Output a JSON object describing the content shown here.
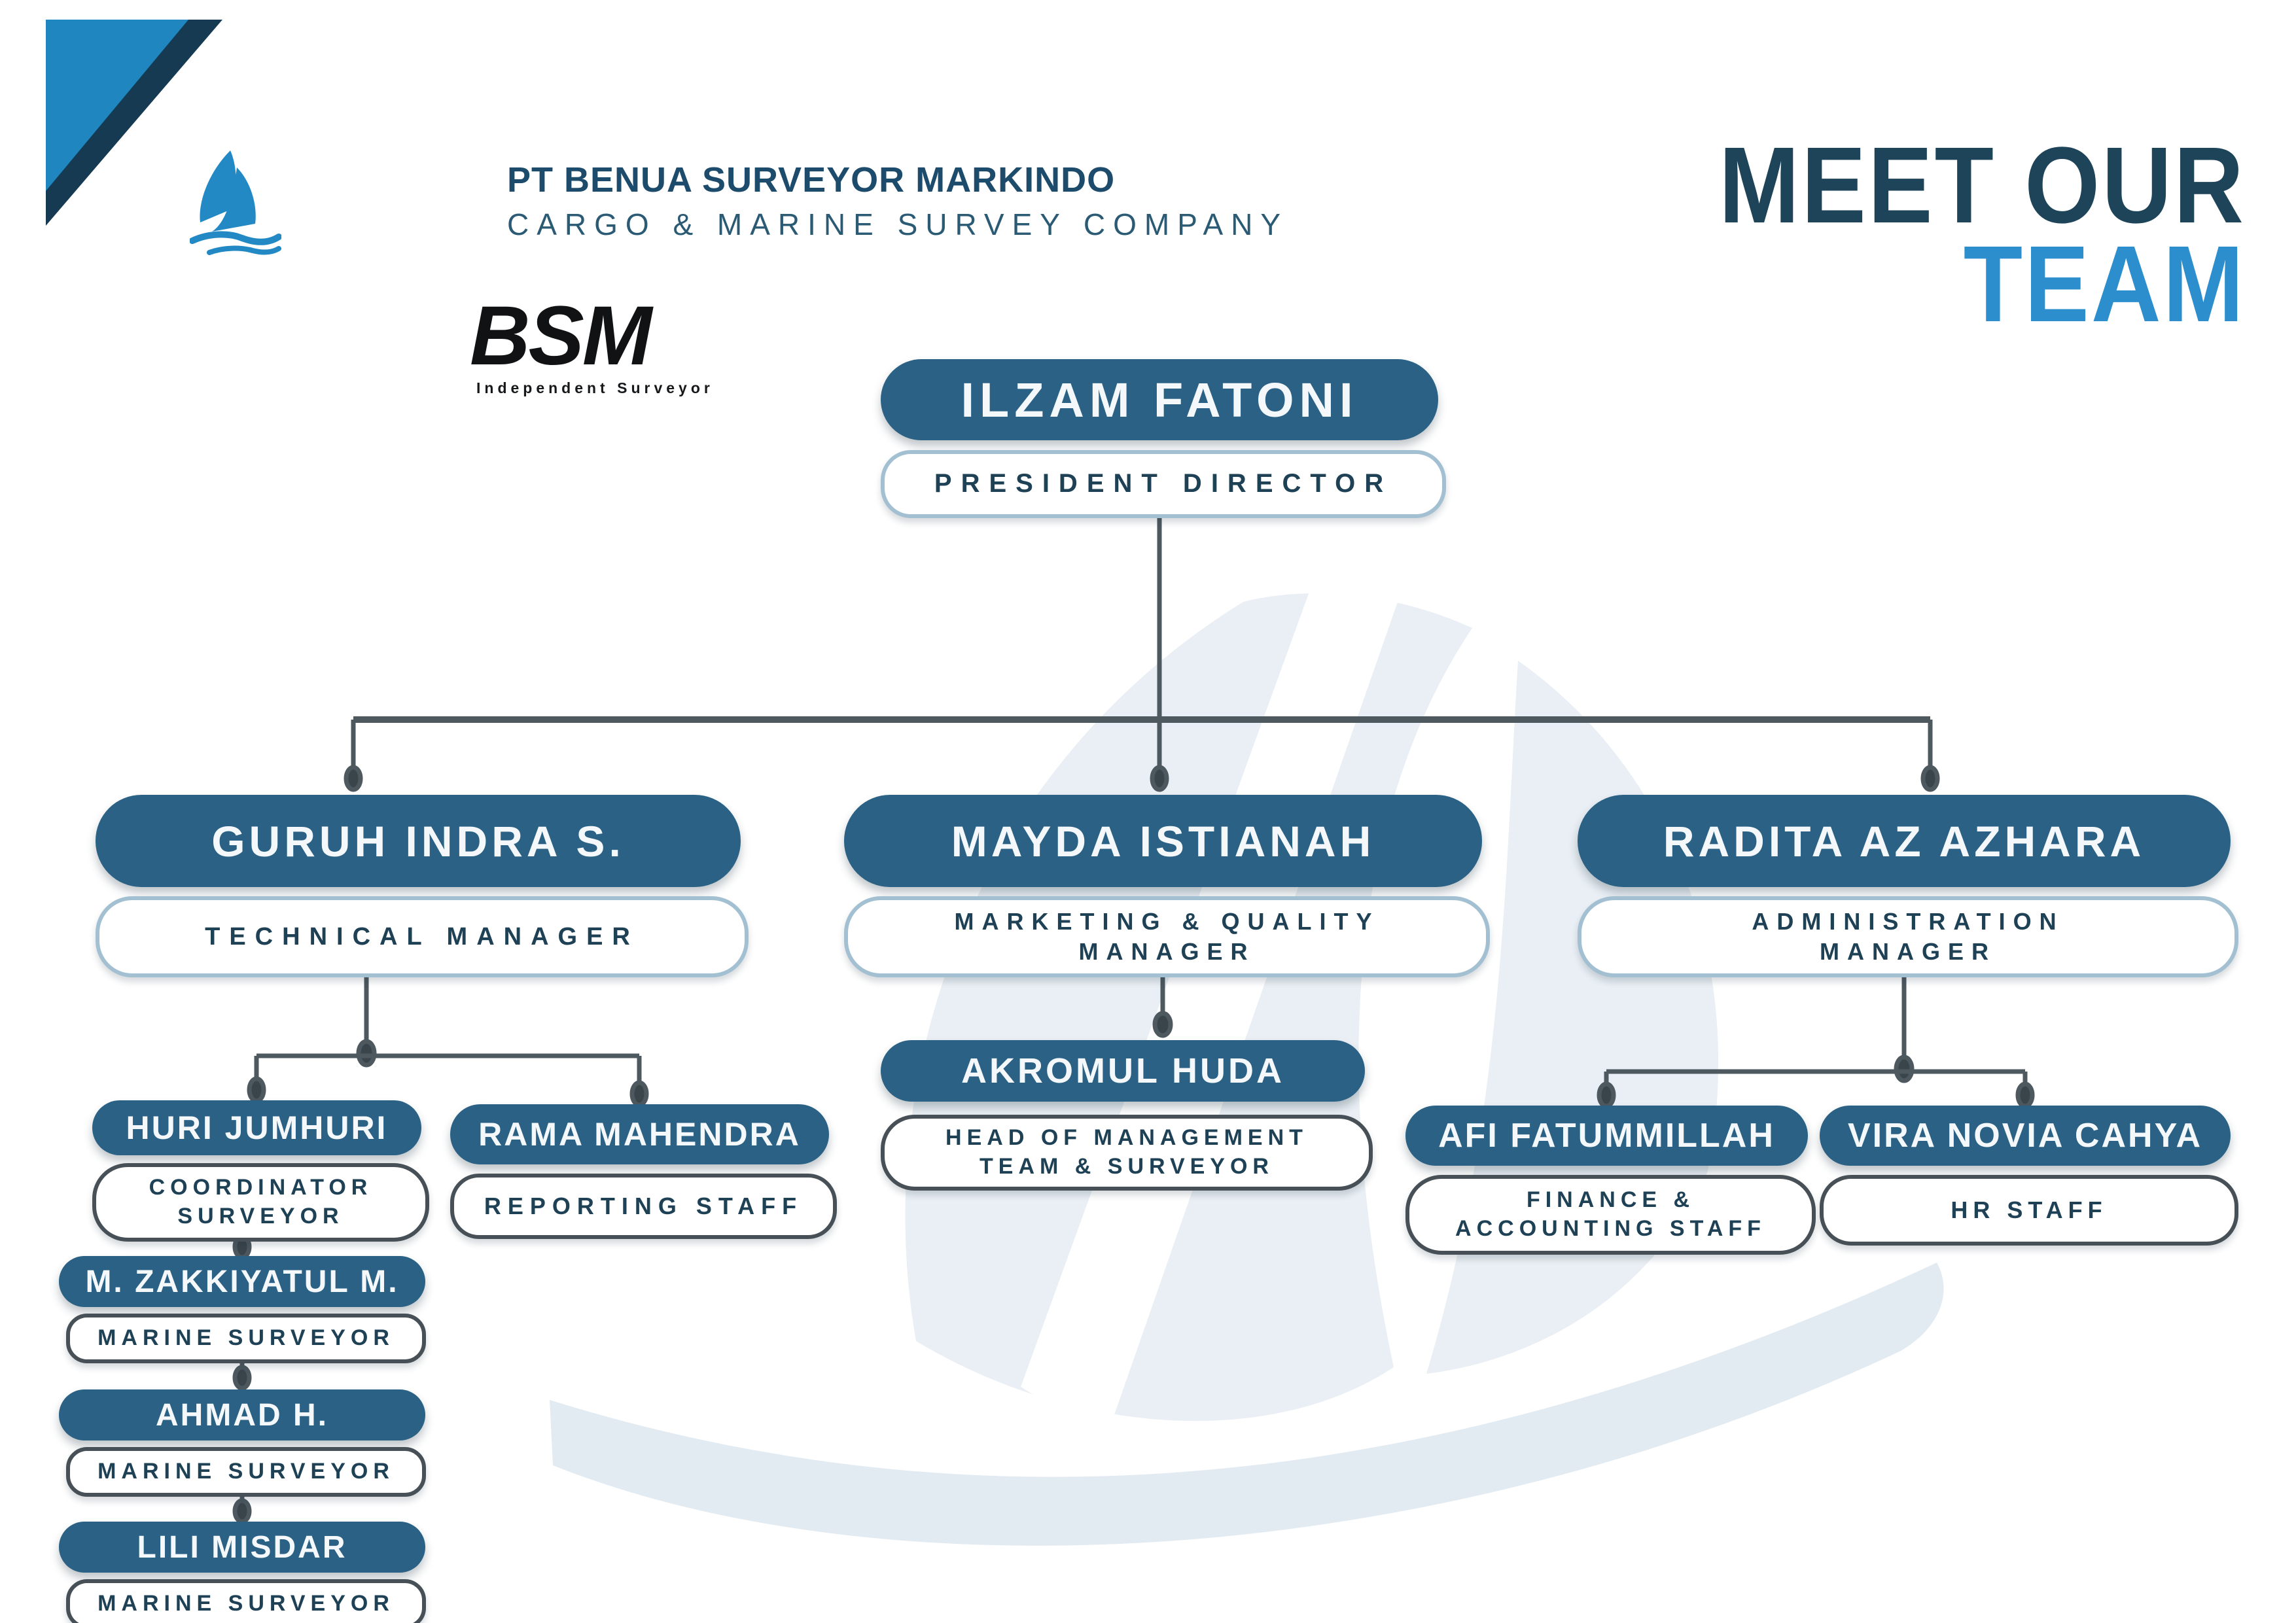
{
  "header": {
    "brand": {
      "abbr": "BSM",
      "tagline": "Independent Surveyor",
      "icon": "bsm-sail-logo-icon"
    },
    "company": {
      "name": "PT BENUA SURVEYOR MARKINDO",
      "subtitle": "CARGO & MARINE SURVEY COMPANY"
    },
    "title": {
      "line1": "MEET OUR",
      "line2": "TEAM"
    }
  },
  "org": {
    "president": {
      "name": "ILZAM FATONI",
      "role": "PRESIDENT DIRECTOR"
    },
    "technical_manager": {
      "name": "GURUH INDRA S.",
      "role": "TECHNICAL MANAGER",
      "reports_to": "ILZAM FATONI"
    },
    "marketing_manager": {
      "name": "MAYDA ISTIANAH",
      "role": "MARKETING & QUALITY\nMANAGER",
      "reports_to": "ILZAM FATONI"
    },
    "administration_manager": {
      "name": "RADITA AZ AZHARA",
      "role": "ADMINISTRATION\nMANAGER",
      "reports_to": "ILZAM FATONI"
    },
    "coordinator_surveyor": {
      "name": "HURI JUMHURI",
      "role": "COORDINATOR\nSURVEYOR",
      "reports_to": "GURUH INDRA S."
    },
    "reporting_staff": {
      "name": "RAMA MAHENDRA",
      "role": "REPORTING STAFF",
      "reports_to": "GURUH INDRA S."
    },
    "head_management": {
      "name": "AKROMUL HUDA",
      "role": "HEAD OF MANAGEMENT\nTEAM & SURVEYOR",
      "reports_to": "MAYDA ISTIANAH"
    },
    "finance_staff": {
      "name": "AFI FATUMMILLAH",
      "role": "FINANCE &\nACCOUNTING STAFF",
      "reports_to": "RADITA AZ AZHARA"
    },
    "hr_staff": {
      "name": "VIRA NOVIA CAHYA",
      "role": "HR STAFF",
      "reports_to": "RADITA AZ AZHARA"
    },
    "marine_surveyor_1": {
      "name": "M. ZAKKIYATUL M.",
      "role": "MARINE SURVEYOR",
      "reports_to": "HURI JUMHURI"
    },
    "marine_surveyor_2": {
      "name": "AHMAD H.",
      "role": "MARINE SURVEYOR",
      "reports_to": "M. ZAKKIYATUL M."
    },
    "marine_surveyor_3": {
      "name": "LILI MISDAR",
      "role": "MARINE SURVEYOR",
      "reports_to": "AHMAD H."
    }
  },
  "colors": {
    "node_fill": "#2a6185",
    "node_text": "#f4f8fa",
    "role_text": "#1e4156",
    "role_border_light": "#a3c0d2",
    "role_border_dark": "#465056",
    "connector": "#4d585f",
    "corner_blue": "#1f86bf",
    "corner_navy": "#163a52",
    "brand_blue": "#2289c4",
    "title_navy": "#1d4459",
    "title_blue": "#2d8ecd",
    "watermark": "#e9eff4"
  }
}
